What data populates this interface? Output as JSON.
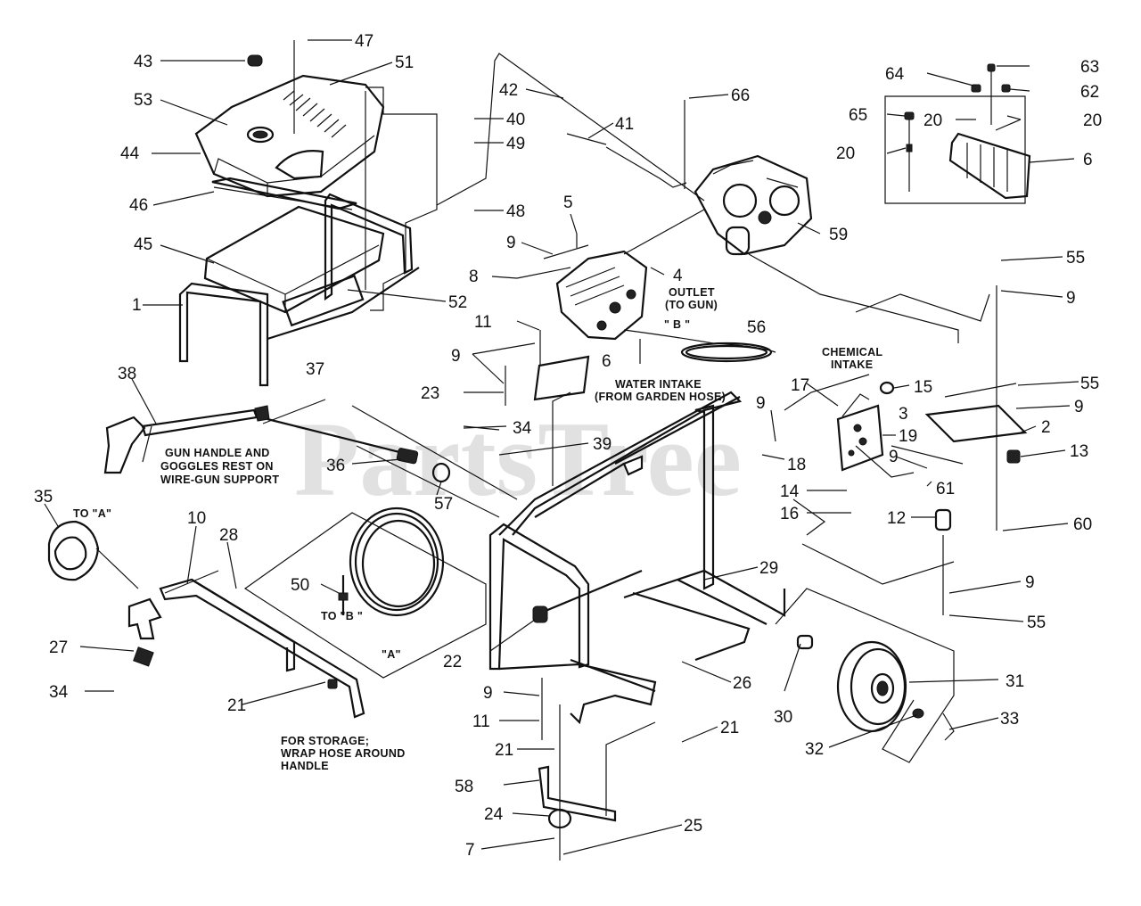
{
  "watermark": "PartsTree",
  "callouts": [
    "1",
    "2",
    "3",
    "4",
    "5",
    "6",
    "7",
    "8",
    "9",
    "10",
    "11",
    "12",
    "13",
    "14",
    "15",
    "16",
    "17",
    "18",
    "19",
    "20",
    "21",
    "22",
    "23",
    "24",
    "25",
    "26",
    "27",
    "28",
    "29",
    "30",
    "31",
    "32",
    "33",
    "34",
    "35",
    "36",
    "37",
    "38",
    "39",
    "40",
    "41",
    "42",
    "43",
    "44",
    "45",
    "46",
    "47",
    "48",
    "49",
    "50",
    "51",
    "52",
    "53",
    "55",
    "56",
    "57",
    "58",
    "59",
    "60",
    "61",
    "62",
    "63",
    "64",
    "65",
    "66"
  ],
  "notes": {
    "outlet_1": "OUTLET",
    "outlet_2": "(TO GUN)",
    "b_marker": "\" B \"",
    "chemical_1": "CHEMICAL",
    "chemical_2": "INTAKE",
    "water_1": "WATER INTAKE",
    "water_2": "(FROM GARDEN HOSE)",
    "gun_1": "GUN HANDLE AND",
    "gun_2": "GOGGLES  REST ON",
    "gun_3": "WIRE-GUN SUPPORT",
    "to_a": "TO \"A\"",
    "to_b": "TO \"B \"",
    "a_marker": "\"A\"",
    "storage_1": "FOR STORAGE;",
    "storage_2": "WRAP HOSE AROUND",
    "storage_3": "HANDLE"
  }
}
